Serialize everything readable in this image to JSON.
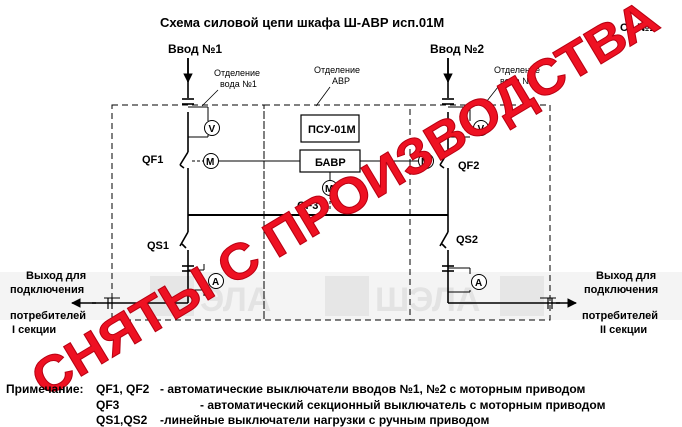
{
  "title": "Схема силовой цепи шкафа Ш-АВР исп.01М",
  "scheme_number": "Сх.№1",
  "input1": "Ввод №1",
  "input2": "Ввод №2",
  "compartment1": [
    "Отделение",
    "вода №1"
  ],
  "compartment_avr": [
    "Отделение",
    "АВР"
  ],
  "compartment2": [
    "Отделение",
    "вода №2"
  ],
  "psu": "ПСУ-01М",
  "bavr": "БАВР",
  "qf1": "QF1",
  "qf2": "QF2",
  "qf3": "QF3",
  "qs1": "QS1",
  "qs2": "QS2",
  "volt_symbol": "V",
  "motor_symbol": "M",
  "amp_symbol": "A",
  "output_left": [
    "Выход для",
    "подключения",
    "потребителей",
    "I секции"
  ],
  "output_right": [
    "Выход для",
    "подключения",
    "потребителей",
    "II секции"
  ],
  "watermark": "ШЭЛА",
  "watermark_partial": "ЭЛА",
  "stamp": "СНЯТЫ С ПРОИЗВОДСТВА",
  "notes": {
    "label": "Примечание:",
    "rows": [
      {
        "key": "QF1, QF2",
        "text": "- автоматические выключатели вводов №1, №2 с моторным приводом"
      },
      {
        "key": "QF3",
        "text": "- автоматический секционный выключатель с моторным приводом"
      },
      {
        "key": "QS1,QS2",
        "text": "-линейные  выключатели нагрузки с ручным приводом"
      }
    ]
  },
  "colors": {
    "line": "#000000",
    "stamp": "#ee1122",
    "watermark": "#e3e3e3"
  }
}
